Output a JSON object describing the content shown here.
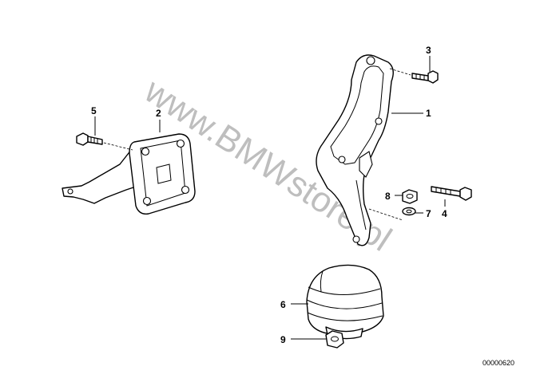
{
  "callouts": [
    "1",
    "2",
    "3",
    "4",
    "5",
    "6",
    "7",
    "8",
    "9"
  ],
  "watermark": "www.BMWstore.pl",
  "doc_id": "00000620"
}
